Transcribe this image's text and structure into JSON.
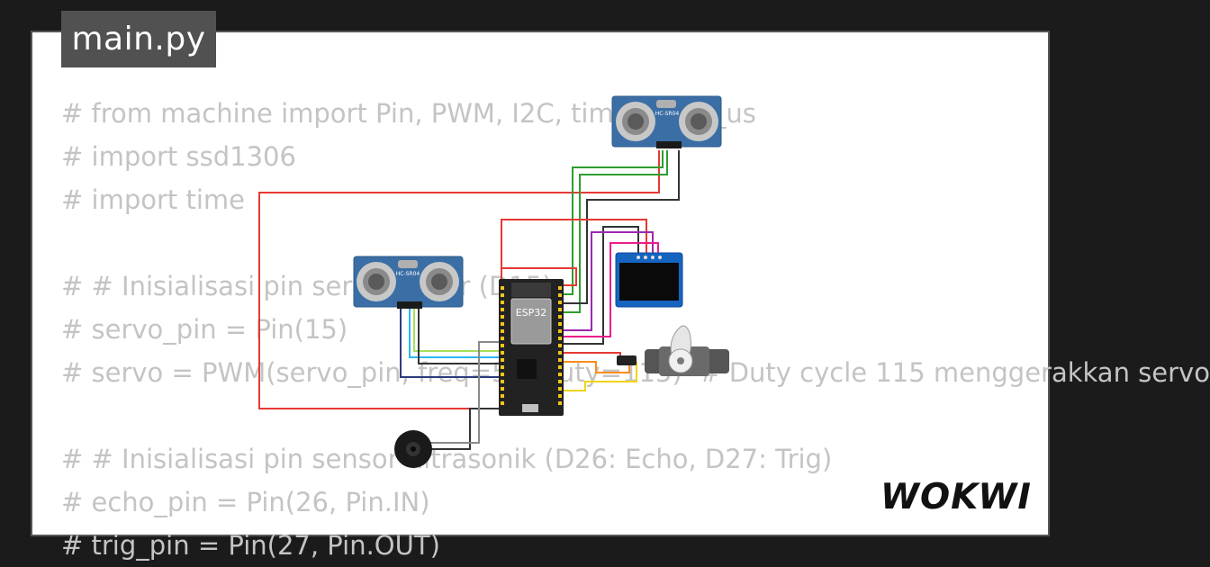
{
  "file_tab": {
    "label": "main.py"
  },
  "code_lines": [
    "# from machine import Pin, PWM, I2C, time_pulse_us",
    "# import ssd1306",
    "# import time",
    "",
    "# # Inisialisasi pin servo motor (D15)",
    "# servo_pin = Pin(15)",
    "# servo = PWM(servo_pin, freq=50, duty=115)  # Duty cycle 115 menggerakkan servo",
    "",
    "# # Inisialisasi pin sensor ultrasonik (D26: Echo, D27: Trig)",
    "# echo_pin = Pin(26, Pin.IN)",
    "# trig_pin = Pin(27, Pin.OUT)"
  ],
  "components": {
    "ultrasonic_top": {
      "label": "HC-SR04"
    },
    "ultrasonic_left": {
      "label": "HC-SR04"
    },
    "mcu": {
      "label": "ESP32"
    }
  },
  "brand": {
    "logo_text": "WOKWI"
  },
  "colors": {
    "background": "#1b1b1b",
    "card": "#ffffff",
    "tab": "#515151",
    "code_text": "#c4c4c4",
    "sensor_blue": "#3a6ea5",
    "oled_blue": "#1565c0",
    "board_black": "#222222",
    "servo_orange": "#ff8c1a"
  }
}
